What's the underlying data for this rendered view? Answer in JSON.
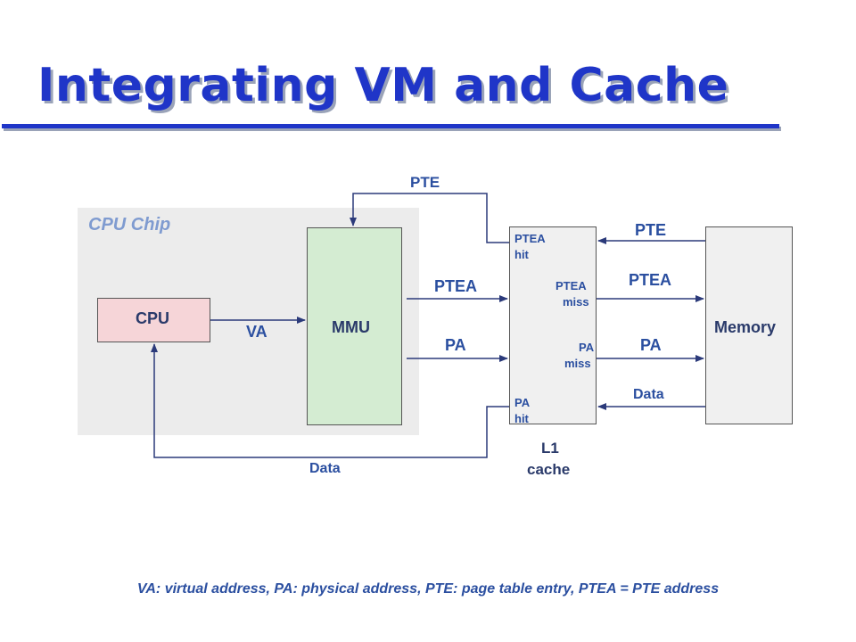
{
  "title": "Integrating VM and Cache",
  "chip_label": "CPU Chip",
  "boxes": {
    "cpu": "CPU",
    "mmu": "MMU",
    "memory": "Memory"
  },
  "l1": {
    "line1": "L1",
    "line2": "cache"
  },
  "l1_ports": {
    "ptea_hit": [
      "PTEA",
      "hit"
    ],
    "ptea_miss": [
      "PTEA",
      "miss"
    ],
    "pa_miss": [
      "PA",
      "miss"
    ],
    "pa_hit": [
      "PA",
      "hit"
    ]
  },
  "edges": {
    "va": "VA",
    "pte_top": "PTE",
    "ptea_mmu_l1": "PTEA",
    "pa_mmu_l1": "PA",
    "pte_mem_l1": "PTE",
    "ptea_l1_mem": "PTEA",
    "pa_l1_mem": "PA",
    "data_mem_l1": "Data",
    "data_l1_cpu": "Data"
  },
  "footer": "VA: virtual address, PA: physical address, PTE: page table entry, PTEA = PTE address",
  "colors": {
    "title": "#1f35c8",
    "label": "#2b4fa0",
    "wire": "#2b3a7a",
    "cpu_fill": "#f6d5d8",
    "mmu_fill": "#d4ecd2"
  }
}
